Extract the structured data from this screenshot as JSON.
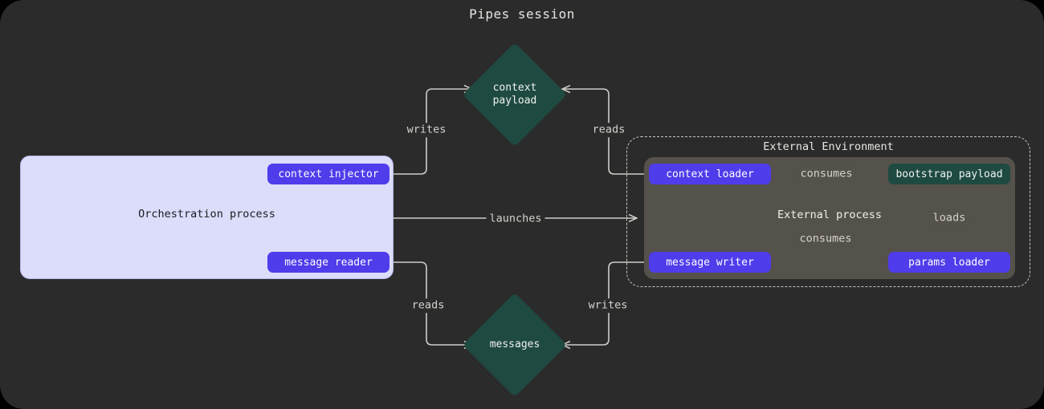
{
  "title": "Pipes session",
  "colors": {
    "canvas_bg": "#2b2b2b",
    "orchestration_fill": "#dcdcfb",
    "pill_purple": "#4f3cea",
    "asset_green": "#1f4a41",
    "external_process_fill": "#55514b",
    "edge_stroke": "#cfcdc8"
  },
  "orchestration": {
    "label": "Orchestration process",
    "pills": [
      {
        "id": "context-injector",
        "label": "context injector"
      },
      {
        "id": "message-reader",
        "label": "message reader"
      }
    ]
  },
  "external_environment": {
    "label": "External Environment",
    "process_label": "External process",
    "pills": [
      {
        "id": "context-loader",
        "label": "context loader"
      },
      {
        "id": "message-writer",
        "label": "message writer"
      },
      {
        "id": "params-loader",
        "label": "params loader"
      }
    ],
    "assets": [
      {
        "id": "bootstrap-payload",
        "label": "bootstrap payload"
      }
    ]
  },
  "assets": [
    {
      "id": "context-payload",
      "label": "context\npayload"
    },
    {
      "id": "messages",
      "label": "messages"
    }
  ],
  "edges": [
    {
      "id": "writes-context-payload",
      "label": "writes",
      "from": "context-injector",
      "to": "context-payload"
    },
    {
      "id": "reads-context-payload",
      "label": "reads",
      "from": "context-payload",
      "to": "context-loader"
    },
    {
      "id": "launches",
      "label": "launches",
      "from": "orchestration-process",
      "to": "external-environment"
    },
    {
      "id": "reads-messages",
      "label": "reads",
      "from": "messages",
      "to": "message-reader"
    },
    {
      "id": "writes-messages",
      "label": "writes",
      "from": "message-writer",
      "to": "messages"
    },
    {
      "id": "consumes-context-loader",
      "label": "consumes",
      "from": "context-loader",
      "to": "bootstrap-payload"
    },
    {
      "id": "consumes-message-writer",
      "label": "consumes",
      "from": "message-writer",
      "to": "bootstrap-payload"
    },
    {
      "id": "loads-params",
      "label": "loads",
      "from": "params-loader",
      "to": "bootstrap-payload"
    }
  ]
}
